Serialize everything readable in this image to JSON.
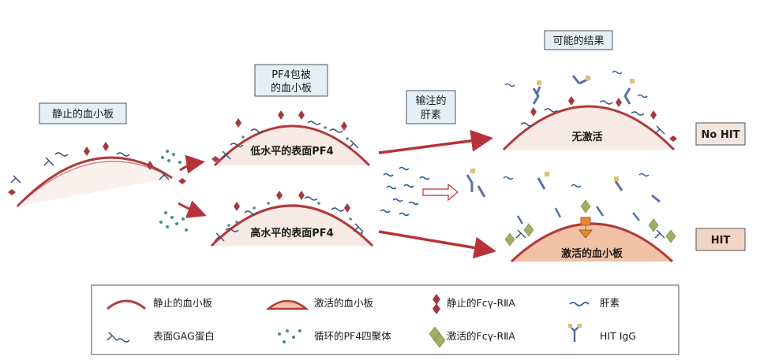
{
  "colors": {
    "membrane": "#b23a3a",
    "cell_fill": "#f7e9e3",
    "activated_fill": "#f2c2a6",
    "arrow": "#b8323a",
    "gag": "#3a4f7a",
    "pf4": "#4f8f7a",
    "heparin": "#2f5f9a",
    "resting_fc": "#a33a3f",
    "active_fc": "#9fb060",
    "igg_blue": "#5a6fa8",
    "igg_yellow": "#d7c27a",
    "label_box": "#e6eef6",
    "hit_box": "#f4d3c2"
  },
  "labels": {
    "resting_platelet": "静止的血小板",
    "pf4_coated_line1": "PF4包被",
    "pf4_coated_line2": "的血小板",
    "infused_line1": "输注的",
    "infused_line2": "肝素",
    "possible_outcomes": "可能的结果",
    "low_pf4": "低水平的表面PF4",
    "high_pf4": "高水平的表面PF4",
    "no_activation": "无激活",
    "activated_platelet": "激活的血小板",
    "no_hit": "No HIT",
    "hit": "HIT"
  },
  "legend": {
    "resting_platelet": "静止的血小板",
    "activated_platelet": "激活的血小板",
    "resting_fc": "静止的Fcγ-RⅡA",
    "heparin": "肝素",
    "gag": "表面GAG蛋白",
    "pf4_tetramer": "循环的PF4四聚体",
    "active_fc": "激活的Fcγ-RⅡA",
    "hit_igg": "HIT IgG"
  }
}
